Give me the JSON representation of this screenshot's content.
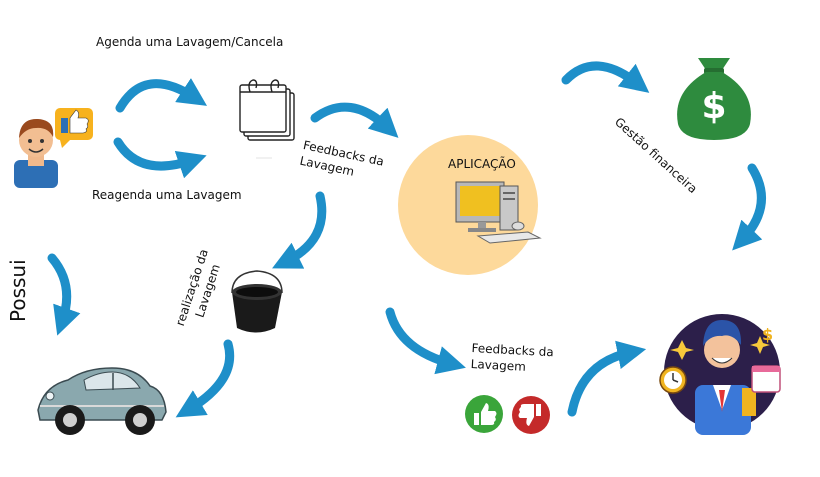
{
  "labels": {
    "schedule": "Agenda uma Lavagem/Cancela",
    "reschedule": "Reagenda uma Lavagem",
    "feedback_top_line1": "Feedbacks da",
    "feedback_top_line2": "Lavagem",
    "app": "APLICAÇÃO",
    "finance": "Gestão financeira",
    "owns": "Possui",
    "wash_line1": "realização da",
    "wash_line2": "Lavagem",
    "feedback_bottom_line1": "Feedbacks da",
    "feedback_bottom_line2": "Lavagem"
  },
  "colors": {
    "arrow": "#1e8fc9",
    "app_circle": "#fdd99b",
    "money_bag": "#2e8b3e",
    "thumb_up": "#3aa53a",
    "thumb_down": "#c42a2a"
  },
  "icons": [
    "customer-icon",
    "calendar-icon",
    "computer-icon",
    "money-bag-icon",
    "bucket-icon",
    "car-icon",
    "thumbs-up-icon",
    "thumbs-down-icon",
    "manager-icon"
  ]
}
